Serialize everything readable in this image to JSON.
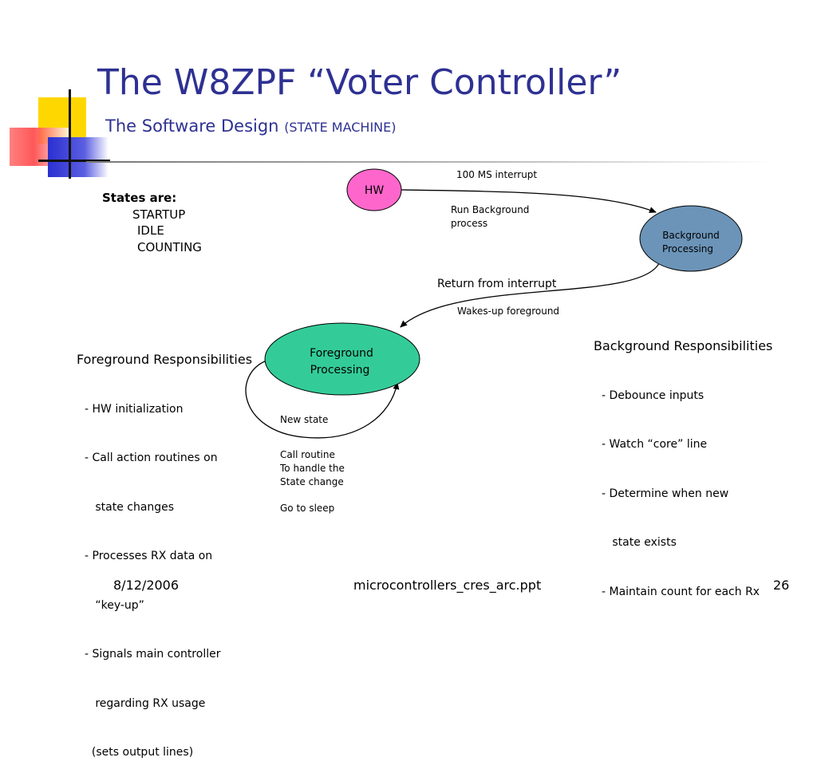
{
  "slide": {
    "title": "The W8ZPF “Voter Controller”",
    "subtitle": "The Software Design",
    "subtitle_paren": "(STATE MACHINE)",
    "states": {
      "heading": "States are:",
      "items": [
        "STARTUP",
        "IDLE",
        "COUNTING"
      ]
    },
    "nodes": {
      "hw": "HW",
      "background": [
        "Background",
        "Processing"
      ],
      "foreground": [
        "Foreground",
        "Processing"
      ]
    },
    "labels": {
      "interrupt": "100 MS interrupt",
      "run_bg": [
        "Run Background",
        "process"
      ],
      "return": "Return from interrupt",
      "wakes": "Wakes-up foreground",
      "new_state": "New state",
      "call_routine": [
        "Call routine",
        "To handle the",
        "State change"
      ],
      "sleep": "Go to sleep"
    },
    "foreground_resp": {
      "heading": "Foreground Responsibilities",
      "lines": [
        "- HW initialization",
        "- Call action routines on",
        "   state changes",
        "- Processes RX data on",
        "   “key-up”",
        "- Signals main controller",
        "   regarding RX usage",
        "  (sets output lines)"
      ]
    },
    "background_resp": {
      "heading": "Background Responsibilities",
      "lines": [
        "- Debounce inputs",
        "- Watch “core” line",
        "- Determine when new",
        "   state exists",
        "- Maintain count for each Rx"
      ]
    },
    "footer": {
      "date": "8/12/2006",
      "file": "microcontrollers_cres_arc.ppt",
      "page": "26"
    },
    "colors": {
      "title": "#2e3192",
      "hw_node": "#ff66cc",
      "background_node": "#6b94b8",
      "foreground_node": "#33cc99"
    }
  }
}
